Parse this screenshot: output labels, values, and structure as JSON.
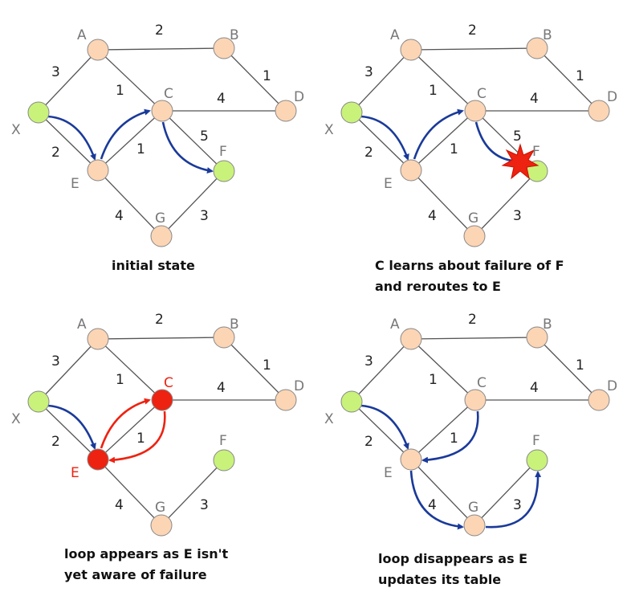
{
  "colors": {
    "node_default": "#fcd5b5",
    "node_green": "#c9f27a",
    "node_red": "#ee2211",
    "label_red": "#ee2211",
    "arrow_blue": "#1a3a9a",
    "arrow_red": "#ee2211"
  },
  "panels": [
    {
      "caption_lines": [
        "initial state"
      ],
      "labels": {
        "A": "A",
        "B": "B",
        "C": "C",
        "D": "D",
        "E": "E",
        "F": "F",
        "G": "G",
        "X": "X"
      },
      "weights": {
        "XA": "3",
        "AB": "2",
        "AC": "1",
        "BD": "1",
        "CD": "4",
        "XE": "2",
        "EC": "1",
        "CF": "5",
        "EG": "4",
        "GF": "3"
      }
    },
    {
      "caption_lines": [
        "C learns about failure of F",
        "and reroutes to E"
      ],
      "labels": {
        "A": "A",
        "B": "B",
        "C": "C",
        "D": "D",
        "E": "E",
        "F": "F",
        "G": "G",
        "X": "X"
      },
      "weights": {
        "XA": "3",
        "AB": "2",
        "AC": "1",
        "BD": "1",
        "CD": "4",
        "XE": "2",
        "EC": "1",
        "CF": "5",
        "EG": "4",
        "GF": "3"
      }
    },
    {
      "caption_lines": [
        "loop appears as E isn't",
        "yet aware of failure"
      ],
      "labels": {
        "A": "A",
        "B": "B",
        "C": "C",
        "D": "D",
        "E": "E",
        "F": "F",
        "G": "G",
        "X": "X"
      },
      "weights": {
        "XA": "3",
        "AB": "2",
        "AC": "1",
        "BD": "1",
        "CD": "4",
        "XE": "2",
        "EC": "1",
        "EG": "4",
        "GF": "3"
      }
    },
    {
      "caption_lines": [
        "loop disappears as E",
        "updates its table"
      ],
      "labels": {
        "A": "A",
        "B": "B",
        "C": "C",
        "D": "D",
        "E": "E",
        "F": "F",
        "G": "G",
        "X": "X"
      },
      "weights": {
        "XA": "3",
        "AB": "2",
        "AC": "1",
        "BD": "1",
        "CD": "4",
        "XE": "2",
        "EC": "1",
        "EG": "4",
        "GF": "3"
      }
    }
  ]
}
